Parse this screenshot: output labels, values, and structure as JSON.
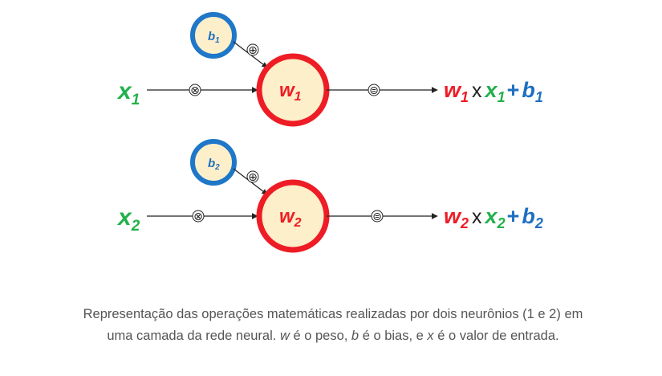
{
  "diagram": {
    "colors": {
      "weight": "#ee1c25",
      "input": "#22b14c",
      "bias": "#1f6fc0",
      "neuron_fill": "#fdefc9",
      "neuron_stroke": "#ee1c25",
      "bias_stroke": "#1f77c8",
      "line": "#222222",
      "operator_text": "#222222"
    },
    "neurons": [
      {
        "input_label": "x",
        "input_sub": "1",
        "bias_label": "b",
        "bias_sub": "1",
        "weight_label": "w",
        "weight_sub": "1",
        "ops": {
          "multiply": "⊗",
          "add": "⊕",
          "equals": "⊜"
        },
        "output": {
          "w": "w",
          "w_sub": "1",
          "times": "x",
          "x": "x",
          "x_sub": "1",
          "plus": "+",
          "b": "b",
          "b_sub": "1"
        }
      },
      {
        "input_label": "x",
        "input_sub": "2",
        "bias_label": "b",
        "bias_sub": "2",
        "weight_label": "w",
        "weight_sub": "2",
        "ops": {
          "multiply": "⊗",
          "add": "⊕",
          "equals": "⊜"
        },
        "output": {
          "w": "w",
          "w_sub": "2",
          "times": "x",
          "x": "x",
          "x_sub": "2",
          "plus": "+",
          "b": "b",
          "b_sub": "2"
        }
      }
    ]
  },
  "caption": {
    "part1": "Representação das operações matemáticas realizadas por dois neurônios (1 e 2) em uma camada da rede neural. ",
    "w": "w",
    "part2": " é o peso, ",
    "b": "b",
    "part3": " é o bias, e ",
    "x": "x",
    "part4": " é o valor de entrada."
  }
}
